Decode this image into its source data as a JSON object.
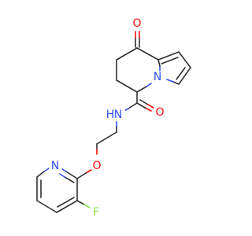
{
  "atoms": {
    "o_ketone": {
      "label": "O",
      "color": "#ff0d0d"
    },
    "n_ring": {
      "label": "N",
      "color": "#3050f8"
    },
    "o_amide": {
      "label": "O",
      "color": "#ff0d0d"
    },
    "n_amide_h": {
      "label": "H",
      "color": "#3050f8"
    },
    "n_amide": {
      "label": "N",
      "color": "#3050f8"
    },
    "o_ether": {
      "label": "O",
      "color": "#ff0d0d"
    },
    "n_pyridine": {
      "label": "N",
      "color": "#3050f8"
    },
    "f": {
      "label": "F",
      "color": "#90e050"
    }
  }
}
